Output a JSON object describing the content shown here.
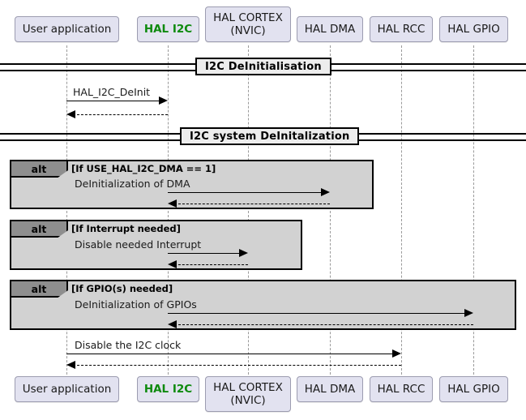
{
  "diagram": {
    "type": "uml-sequence-diagram",
    "title_dividers": [
      {
        "label": "I2C DeInitialisation"
      },
      {
        "label": "I2C system DeInitalization"
      }
    ],
    "accent_color": "#0e8a0e",
    "participant_fill": "#e2e2f0",
    "fragment_fill": "#d2d2d2",
    "fragment_tab_fill": "#8e8e8e"
  },
  "participants": [
    {
      "id": "user",
      "label": "User application",
      "accent": false
    },
    {
      "id": "i2c",
      "label": "HAL I2C",
      "accent": true
    },
    {
      "id": "cortex",
      "label": "HAL CORTEX\n(NVIC)",
      "accent": false
    },
    {
      "id": "dma",
      "label": "HAL DMA",
      "accent": false
    },
    {
      "id": "rcc",
      "label": "HAL RCC",
      "accent": false
    },
    {
      "id": "gpio",
      "label": "HAL GPIO",
      "accent": false
    }
  ],
  "messages": [
    {
      "id": "m1",
      "label": "HAL_I2C_DeInit",
      "from": "user",
      "to": "i2c",
      "kind": "call"
    },
    {
      "id": "r1",
      "label": "",
      "from": "i2c",
      "to": "user",
      "kind": "return"
    },
    {
      "id": "m2",
      "label": "DeInitialization of DMA",
      "from": "i2c",
      "to": "dma",
      "kind": "call"
    },
    {
      "id": "r2",
      "label": "",
      "from": "dma",
      "to": "i2c",
      "kind": "return"
    },
    {
      "id": "m3",
      "label": "Disable needed Interrupt",
      "from": "i2c",
      "to": "cortex",
      "kind": "call"
    },
    {
      "id": "r3",
      "label": "",
      "from": "cortex",
      "to": "i2c",
      "kind": "return"
    },
    {
      "id": "m4",
      "label": "DeInitialization of GPIOs",
      "from": "i2c",
      "to": "gpio",
      "kind": "call"
    },
    {
      "id": "r4",
      "label": "",
      "from": "gpio",
      "to": "i2c",
      "kind": "return"
    },
    {
      "id": "m5",
      "label": "Disable the I2C clock",
      "from": "i2c",
      "to": "rcc",
      "kind": "call"
    },
    {
      "id": "r5",
      "label": "",
      "from": "rcc",
      "to": "i2c",
      "kind": "return"
    }
  ],
  "fragments": [
    {
      "id": "alt1",
      "operator": "alt",
      "guard": "[If USE_HAL_I2C_DMA == 1]"
    },
    {
      "id": "alt2",
      "operator": "alt",
      "guard": "[If Interrupt needed]"
    },
    {
      "id": "alt3",
      "operator": "alt",
      "guard": "[If GPIO(s) needed]"
    }
  ]
}
